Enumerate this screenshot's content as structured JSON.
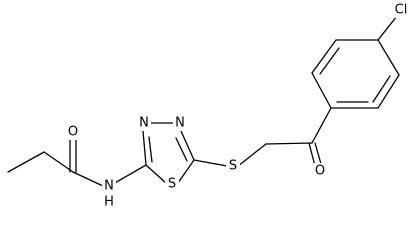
{
  "structure": {
    "atoms": {
      "cl": "Cl",
      "o_ketone": "O",
      "s_thioether": "S",
      "s_ring": "S",
      "n_ring_left": "N",
      "n_ring_right": "N",
      "nh": "N",
      "h": "H",
      "o_amide": "O"
    }
  },
  "colors": {
    "bond": "#000000",
    "label": "#000000",
    "background": "#ffffff"
  }
}
